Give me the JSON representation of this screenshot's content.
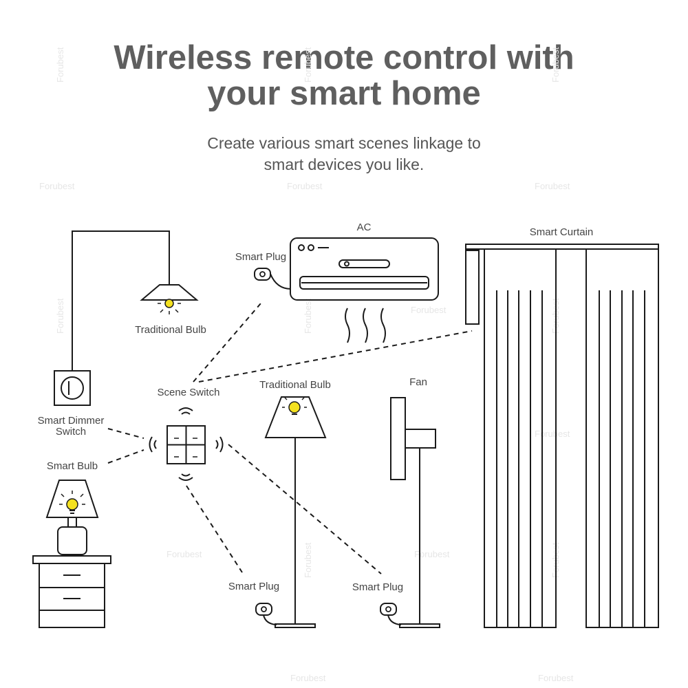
{
  "header": {
    "title_line1": "Wireless remote control with",
    "title_line2": "your smart home",
    "subtitle_line1": "Create various smart scenes linkage to",
    "subtitle_line2": "smart devices you like."
  },
  "labels": {
    "ac": "AC",
    "smart_plug_top": "Smart Plug",
    "smart_curtain": "Smart Curtain",
    "traditional_bulb_ceiling": "Traditional Bulb",
    "traditional_bulb_floor": "Traditional Bulb",
    "scene_switch": "Scene Switch",
    "fan": "Fan",
    "smart_dimmer_line1": "Smart Dimmer",
    "smart_dimmer_line2": "Switch",
    "smart_bulb": "Smart Bulb",
    "smart_plug_bottom_left": "Smart Plug",
    "smart_plug_bottom_right": "Smart Plug"
  },
  "watermark": "Forubest",
  "colors": {
    "title": "#5f5f5f",
    "text": "#444444",
    "line": "#1a1a1a",
    "bulb_light": "#f4e11f"
  }
}
